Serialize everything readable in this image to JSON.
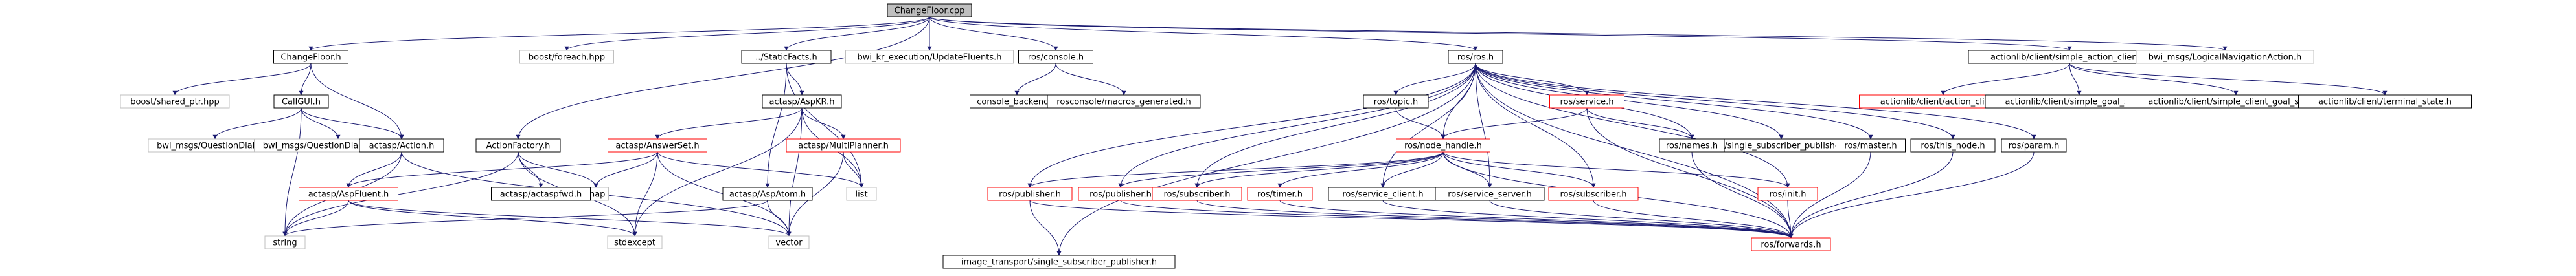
{
  "colors": {
    "root_fill": "#bfbfbf",
    "normal_border": "#000000",
    "external_border": "#bfbfbf",
    "missing_border": "#ff0000",
    "edge": "#191970",
    "text": "#000000",
    "background": "#ffffff"
  },
  "nodes": [
    {
      "id": "n0",
      "label": "ChangeFloor.cpp",
      "kind": "root"
    },
    {
      "id": "n1",
      "label": "ChangeFloor.h",
      "kind": "normal"
    },
    {
      "id": "n2",
      "label": "boost/foreach.hpp",
      "kind": "external"
    },
    {
      "id": "n3",
      "label": "../StaticFacts.h",
      "kind": "normal"
    },
    {
      "id": "n4",
      "label": "bwi_kr_execution/UpdateFluents.h",
      "kind": "external"
    },
    {
      "id": "n5",
      "label": "ros/console.h",
      "kind": "normal"
    },
    {
      "id": "n6",
      "label": "ros/ros.h",
      "kind": "normal"
    },
    {
      "id": "n7",
      "label": "actionlib/client/simple_action_client.h",
      "kind": "normal"
    },
    {
      "id": "n8",
      "label": "bwi_msgs/LogicalNavigationAction.h",
      "kind": "external"
    },
    {
      "id": "n9",
      "label": "boost/shared_ptr.hpp",
      "kind": "external"
    },
    {
      "id": "n10",
      "label": "CallGUI.h",
      "kind": "normal"
    },
    {
      "id": "n11",
      "label": "actasp/AspKR.h",
      "kind": "normal"
    },
    {
      "id": "n12",
      "label": "console_backend.h",
      "kind": "normal"
    },
    {
      "id": "n13",
      "label": "rosconsole/macros_generated.h",
      "kind": "normal"
    },
    {
      "id": "n14",
      "label": "ros/topic.h",
      "kind": "normal"
    },
    {
      "id": "n15",
      "label": "ros/service.h",
      "kind": "missing"
    },
    {
      "id": "n16",
      "label": "actionlib/client/action_client.h",
      "kind": "missing"
    },
    {
      "id": "n17",
      "label": "actionlib/client/simple_goal_state.h",
      "kind": "normal"
    },
    {
      "id": "n18",
      "label": "actionlib/client/simple_client_goal_state.h",
      "kind": "normal"
    },
    {
      "id": "n19",
      "label": "actionlib/client/terminal_state.h",
      "kind": "normal"
    },
    {
      "id": "n20",
      "label": "bwi_msgs/QuestionDialog.h",
      "kind": "external"
    },
    {
      "id": "n21",
      "label": "bwi_msgs/QuestionDialogRequest.h",
      "kind": "external"
    },
    {
      "id": "n22",
      "label": "actasp/Action.h",
      "kind": "normal"
    },
    {
      "id": "n23",
      "label": "ActionFactory.h",
      "kind": "normal"
    },
    {
      "id": "n24",
      "label": "actasp/AnswerSet.h",
      "kind": "missing"
    },
    {
      "id": "n25",
      "label": "actasp/MultiPlanner.h",
      "kind": "missing"
    },
    {
      "id": "n26",
      "label": "ros/node_handle.h",
      "kind": "missing"
    },
    {
      "id": "n27",
      "label": "ros/single_subscriber_publisher.h",
      "kind": "normal"
    },
    {
      "id": "n28",
      "label": "ros/names.h",
      "kind": "normal"
    },
    {
      "id": "n29",
      "label": "ros/master.h",
      "kind": "normal"
    },
    {
      "id": "n30",
      "label": "ros/this_node.h",
      "kind": "normal"
    },
    {
      "id": "n31",
      "label": "ros/param.h",
      "kind": "normal"
    },
    {
      "id": "n32",
      "label": "map",
      "kind": "external"
    },
    {
      "id": "n33",
      "label": "list",
      "kind": "external"
    },
    {
      "id": "n34",
      "label": "actasp/actaspfwd.h",
      "kind": "normal"
    },
    {
      "id": "n35",
      "label": "actasp/AspFluent.h",
      "kind": "missing"
    },
    {
      "id": "n36",
      "label": "actasp/AspAtom.h",
      "kind": "normal"
    },
    {
      "id": "n37",
      "label": "ros/publisher.h",
      "kind": "missing"
    },
    {
      "id": "n38",
      "label": "ros/publisher.h",
      "kind": "missing"
    },
    {
      "id": "n39",
      "label": "ros/subscriber.h",
      "kind": "missing"
    },
    {
      "id": "n40",
      "label": "ros/timer.h",
      "kind": "missing"
    },
    {
      "id": "n41",
      "label": "ros/service_client.h",
      "kind": "normal"
    },
    {
      "id": "n42",
      "label": "ros/service_server.h",
      "kind": "normal"
    },
    {
      "id": "n43",
      "label": "ros/subscriber.h",
      "kind": "missing"
    },
    {
      "id": "n44",
      "label": "ros/init.h",
      "kind": "missing"
    },
    {
      "id": "n45",
      "label": "string",
      "kind": "external"
    },
    {
      "id": "n46",
      "label": "stdexcept",
      "kind": "external"
    },
    {
      "id": "n47",
      "label": "vector",
      "kind": "external"
    },
    {
      "id": "n48",
      "label": "image_transport/single_subscriber_publisher.h",
      "kind": "normal"
    },
    {
      "id": "n49",
      "label": "ros/forwards.h",
      "kind": "missing"
    }
  ],
  "edges": [
    [
      "n0",
      "n1"
    ],
    [
      "n0",
      "n2"
    ],
    [
      "n0",
      "n3"
    ],
    [
      "n0",
      "n4"
    ],
    [
      "n0",
      "n5"
    ],
    [
      "n0",
      "n6"
    ],
    [
      "n0",
      "n7"
    ],
    [
      "n0",
      "n8"
    ],
    [
      "n0",
      "n23"
    ],
    [
      "n1",
      "n9"
    ],
    [
      "n1",
      "n10"
    ],
    [
      "n1",
      "n22"
    ],
    [
      "n3",
      "n11"
    ],
    [
      "n3",
      "n33"
    ],
    [
      "n3",
      "n36"
    ],
    [
      "n5",
      "n12"
    ],
    [
      "n5",
      "n13"
    ],
    [
      "n6",
      "n14"
    ],
    [
      "n6",
      "n15"
    ],
    [
      "n6",
      "n26"
    ],
    [
      "n6",
      "n27"
    ],
    [
      "n6",
      "n28"
    ],
    [
      "n6",
      "n29"
    ],
    [
      "n6",
      "n30"
    ],
    [
      "n6",
      "n31"
    ],
    [
      "n6",
      "n37"
    ],
    [
      "n6",
      "n38"
    ],
    [
      "n6",
      "n39"
    ],
    [
      "n6",
      "n41"
    ],
    [
      "n6",
      "n42"
    ],
    [
      "n6",
      "n43"
    ],
    [
      "n6",
      "n44"
    ],
    [
      "n6",
      "n49"
    ],
    [
      "n6",
      "n48"
    ],
    [
      "n7",
      "n16"
    ],
    [
      "n7",
      "n17"
    ],
    [
      "n7",
      "n18"
    ],
    [
      "n7",
      "n19"
    ],
    [
      "n10",
      "n20"
    ],
    [
      "n10",
      "n21"
    ],
    [
      "n10",
      "n22"
    ],
    [
      "n10",
      "n45"
    ],
    [
      "n11",
      "n24"
    ],
    [
      "n11",
      "n25"
    ],
    [
      "n11",
      "n33"
    ],
    [
      "n11",
      "n47"
    ],
    [
      "n11",
      "n46"
    ],
    [
      "n22",
      "n35"
    ],
    [
      "n22",
      "n47"
    ],
    [
      "n22",
      "n45"
    ],
    [
      "n23",
      "n34"
    ],
    [
      "n23",
      "n32"
    ],
    [
      "n23",
      "n45"
    ],
    [
      "n23",
      "n46"
    ],
    [
      "n24",
      "n35"
    ],
    [
      "n24",
      "n32"
    ],
    [
      "n24",
      "n33"
    ],
    [
      "n24",
      "n46"
    ],
    [
      "n24",
      "n47"
    ],
    [
      "n25",
      "n33"
    ],
    [
      "n25",
      "n47"
    ],
    [
      "n26",
      "n37"
    ],
    [
      "n26",
      "n38"
    ],
    [
      "n26",
      "n39"
    ],
    [
      "n26",
      "n40"
    ],
    [
      "n26",
      "n41"
    ],
    [
      "n26",
      "n42"
    ],
    [
      "n26",
      "n43"
    ],
    [
      "n26",
      "n44"
    ],
    [
      "n26",
      "n49"
    ],
    [
      "n15",
      "n26"
    ],
    [
      "n15",
      "n28"
    ],
    [
      "n15",
      "n49"
    ],
    [
      "n14",
      "n26"
    ],
    [
      "n28",
      "n49"
    ],
    [
      "n29",
      "n49"
    ],
    [
      "n30",
      "n49"
    ],
    [
      "n31",
      "n49"
    ],
    [
      "n35",
      "n45"
    ],
    [
      "n35",
      "n46"
    ],
    [
      "n35",
      "n47"
    ],
    [
      "n36",
      "n45"
    ],
    [
      "n36",
      "n47"
    ],
    [
      "n37",
      "n48"
    ],
    [
      "n37",
      "n49"
    ],
    [
      "n38",
      "n49"
    ],
    [
      "n39",
      "n49"
    ],
    [
      "n40",
      "n49"
    ],
    [
      "n41",
      "n49"
    ],
    [
      "n42",
      "n49"
    ],
    [
      "n43",
      "n49"
    ],
    [
      "n44",
      "n49"
    ]
  ]
}
